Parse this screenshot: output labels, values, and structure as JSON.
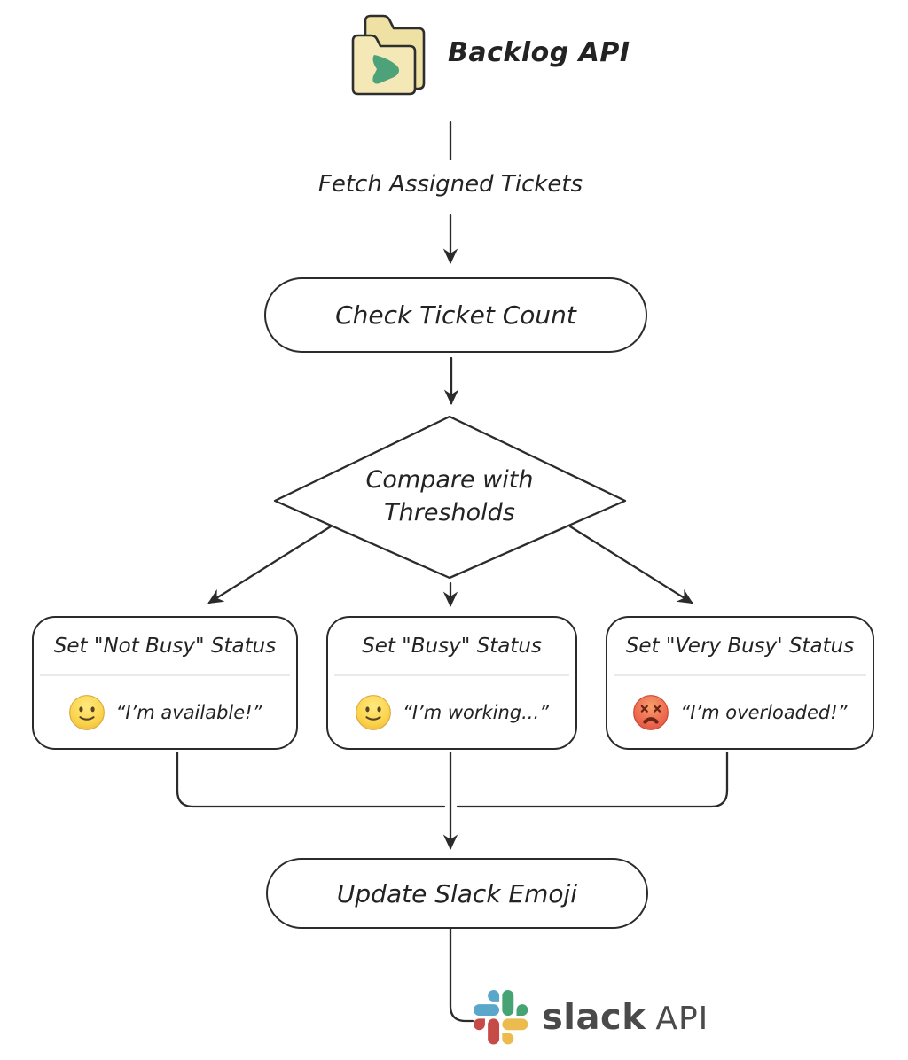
{
  "colors": {
    "line": "#2b2b2b",
    "node_border": "#2b2b2b",
    "node_fill": "#ffffff",
    "folder_back": "#efe1a4",
    "folder_front": "#f4e8b6",
    "backlog_green": "#4ea279",
    "slack_blue": "#5BA7C9",
    "slack_green": "#46A474",
    "slack_red": "#C64A45",
    "slack_yellow": "#EBBB4D",
    "slack_text": "#4a4a4a",
    "emoji_happy_face": "#FBD44C",
    "emoji_overloaded_face": "#EE6B50"
  },
  "source": {
    "label": "Backlog API"
  },
  "edge_labels": {
    "fetch": "Fetch Assigned Tickets"
  },
  "nodes": {
    "check": "Check Ticket Count",
    "decision_line1": "Compare with",
    "decision_line2": "Thresholds",
    "update": "Update Slack Emoji"
  },
  "status_boxes": [
    {
      "title": "Set \"Not Busy\" Status",
      "emoji": "slightly-smiling-face",
      "message": "“I’m available!”"
    },
    {
      "title": "Set \"Busy\" Status",
      "emoji": "slightly-smiling-face",
      "message": "“I’m working...”"
    },
    {
      "title": "Set \"Very Busy' Status",
      "emoji": "overloaded-face",
      "message": "“I’m overloaded!”"
    }
  ],
  "sink": {
    "brand": "slack",
    "suffix": "API"
  }
}
